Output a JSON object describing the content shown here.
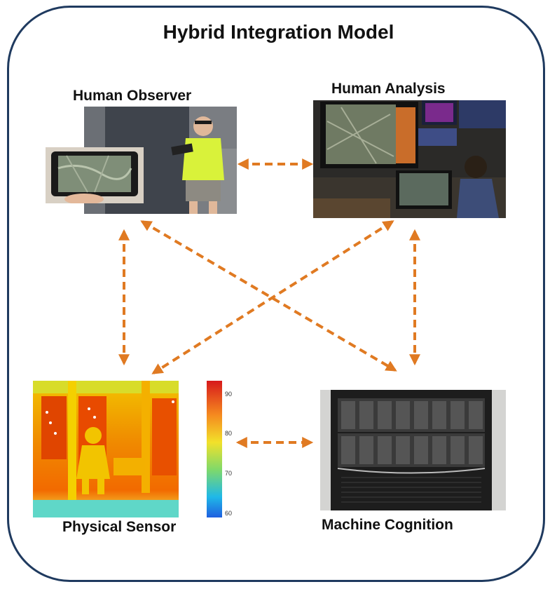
{
  "diagram": {
    "title": "Hybrid Integration Model",
    "nodes": {
      "human_observer": "Human Observer",
      "human_analysis": "Human Analysis",
      "physical_sensor": "Physical Sensor",
      "machine_cognition": "Machine Cognition"
    },
    "colorbar_ticks": [
      "90",
      "80",
      "70",
      "60"
    ],
    "colors": {
      "frame": "#1f3a5f",
      "arrow": "#e07a22"
    },
    "edges": [
      [
        "human_observer",
        "human_analysis"
      ],
      [
        "human_observer",
        "physical_sensor"
      ],
      [
        "human_observer",
        "machine_cognition"
      ],
      [
        "human_analysis",
        "physical_sensor"
      ],
      [
        "human_analysis",
        "machine_cognition"
      ],
      [
        "physical_sensor",
        "machine_cognition"
      ]
    ]
  }
}
